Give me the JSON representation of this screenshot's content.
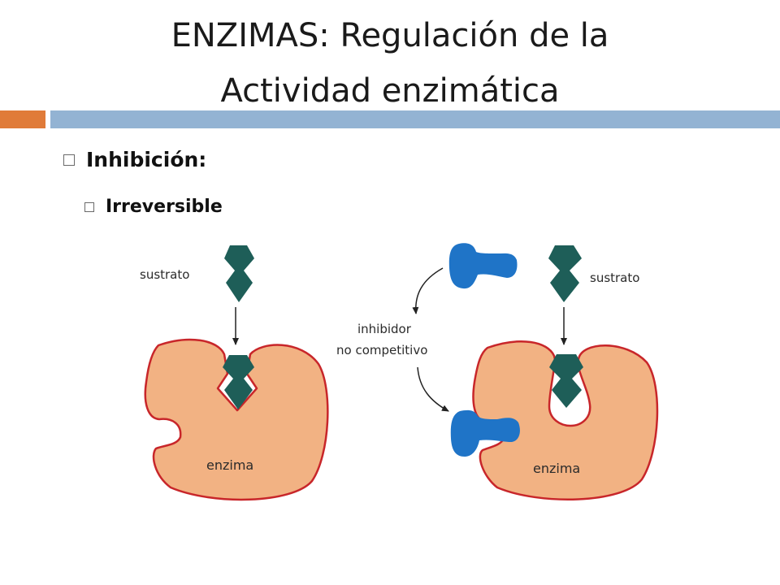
{
  "slide": {
    "title_line1": "ENZIMAS: Regulación de la",
    "title_line2": "Actividad enzimática",
    "bullet1": "Inhibición:",
    "bullet2": "Irreversible"
  },
  "diagram": {
    "left": {
      "substrate_label": "sustrato",
      "enzyme_label": "enzima"
    },
    "right": {
      "substrate_label": "sustrato",
      "inhibitor_label_line1": "inhibidor",
      "inhibitor_label_line2": "no competitivo",
      "enzyme_label": "enzima"
    }
  },
  "colors": {
    "accent_orange": "#e07b39",
    "accent_blue": "#93b3d3",
    "enzyme_fill": "#f2b283",
    "enzyme_stroke": "#c8262a",
    "substrate_fill": "#1e5e58",
    "inhibitor_fill": "#1f74c7"
  }
}
